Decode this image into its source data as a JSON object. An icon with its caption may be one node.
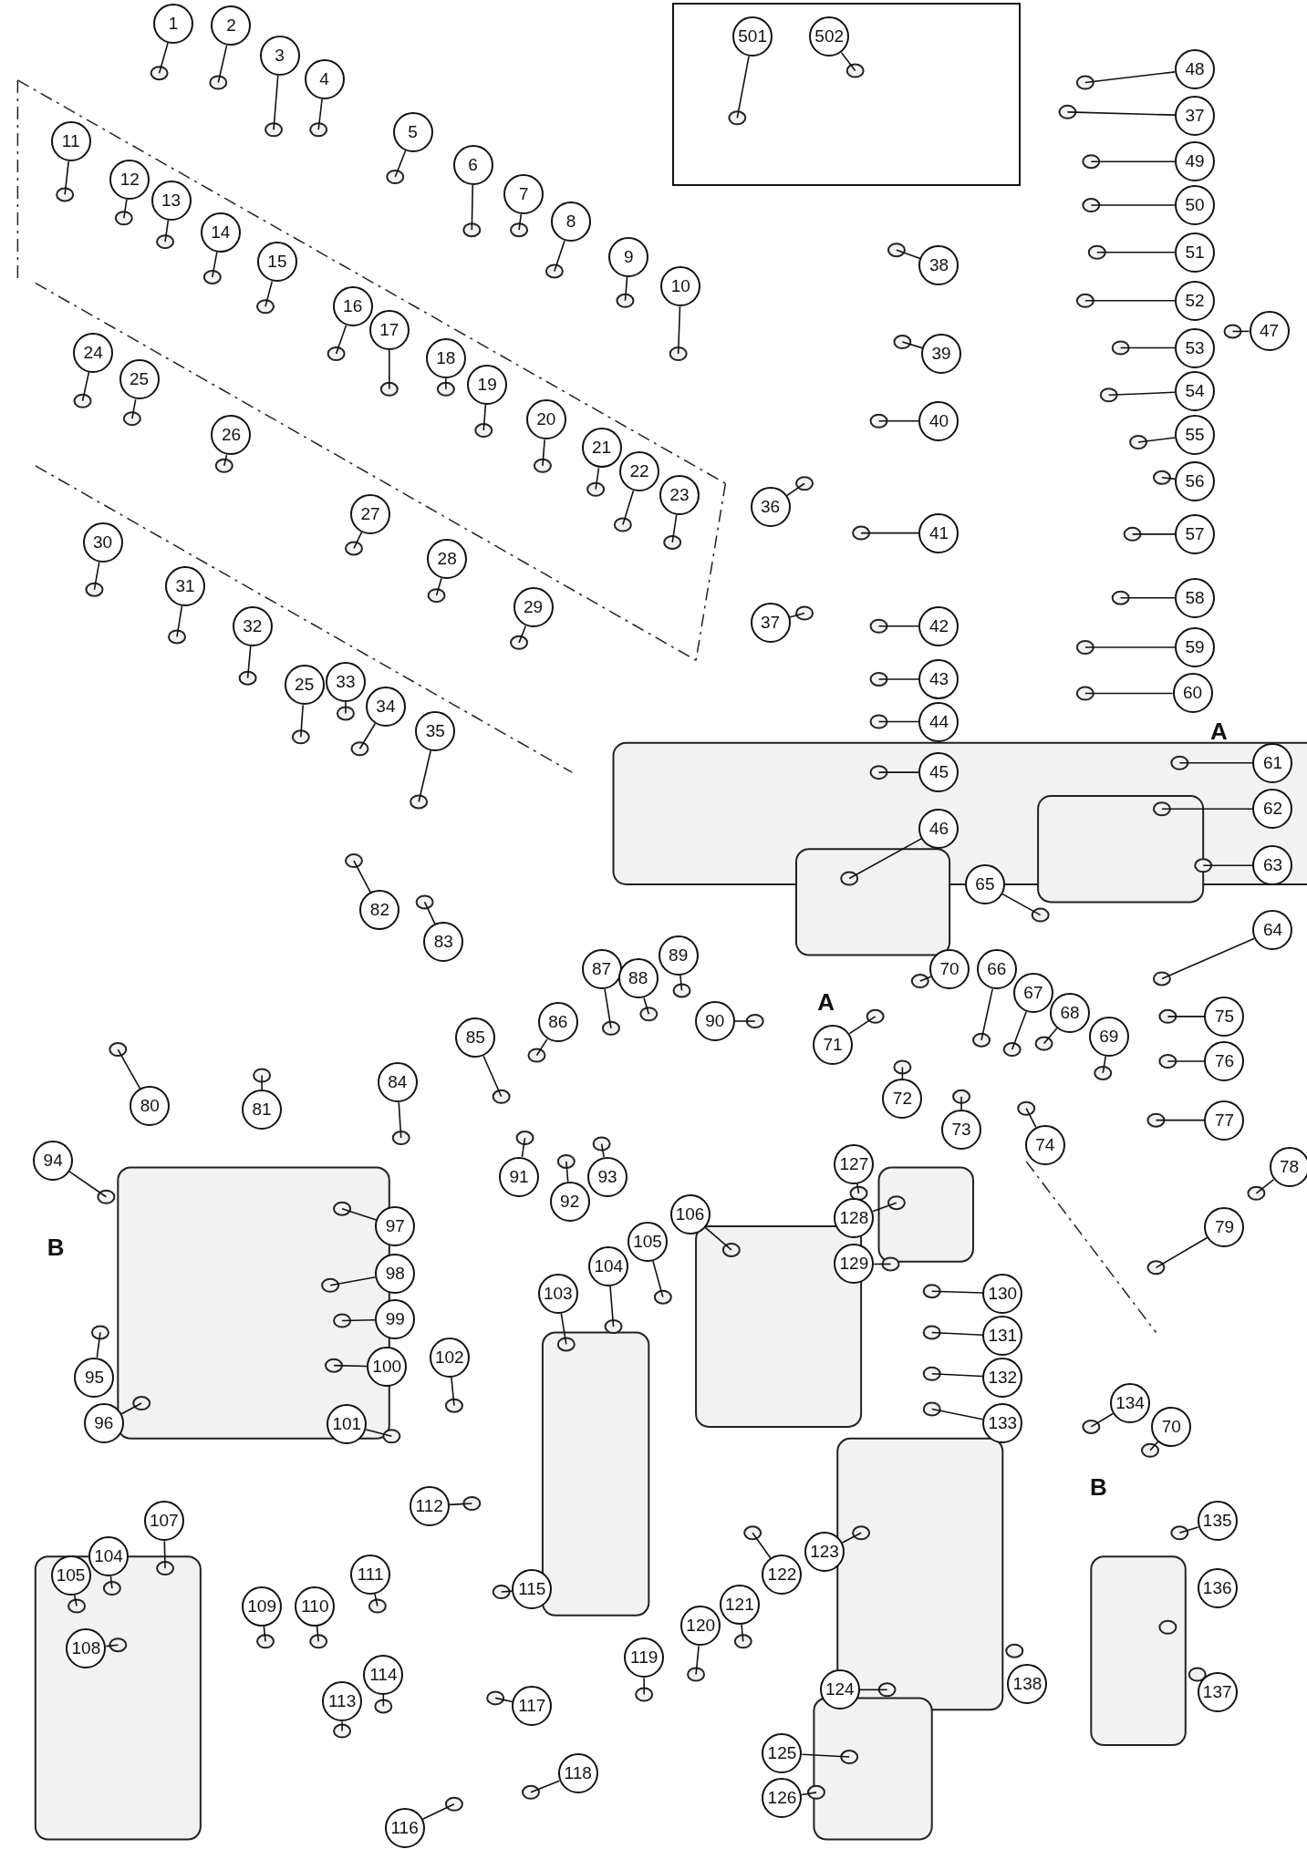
{
  "diagram": {
    "nodes": [
      {
        "text": [],
        "shape": "box"
      },
      {
        "text": [
          "501"
        ],
        "in": 0
      },
      {
        "text": [
          "502"
        ],
        "in": 0
      },
      {
        "text": [
          "1"
        ]
      },
      {
        "text": [
          "2"
        ]
      },
      {
        "text": [
          "3"
        ]
      },
      {
        "text": [
          "4"
        ]
      },
      {
        "text": [
          "5"
        ]
      },
      {
        "text": [
          "6"
        ]
      },
      {
        "text": [
          "7"
        ]
      },
      {
        "text": [
          "8"
        ]
      },
      {
        "text": [
          "9"
        ]
      },
      {
        "text": [
          "10"
        ]
      },
      {
        "text": [
          "11"
        ]
      },
      {
        "text": [
          "12"
        ]
      },
      {
        "text": [
          "13"
        ]
      },
      {
        "text": [
          "14"
        ]
      },
      {
        "text": [
          "15"
        ]
      },
      {
        "text": [
          "16"
        ]
      },
      {
        "text": [
          "17"
        ]
      },
      {
        "text": [
          "18"
        ]
      },
      {
        "text": [
          "19"
        ]
      },
      {
        "text": [
          "20"
        ]
      },
      {
        "text": [
          "21"
        ]
      },
      {
        "text": [
          "22"
        ]
      },
      {
        "text": [
          "23"
        ]
      },
      {
        "text": [
          "24"
        ]
      },
      {
        "text": [
          "25"
        ]
      },
      {
        "text": [
          "26"
        ]
      },
      {
        "text": [
          "27"
        ]
      },
      {
        "text": [
          "28"
        ]
      },
      {
        "text": [
          "29"
        ]
      },
      {
        "text": [
          "30"
        ]
      },
      {
        "text": [
          "31"
        ]
      },
      {
        "text": [
          "32"
        ]
      },
      {
        "text": [
          "25"
        ]
      },
      {
        "text": [
          "33"
        ]
      },
      {
        "text": [
          "34"
        ]
      },
      {
        "text": [
          "35"
        ]
      },
      {
        "text": [
          "36"
        ]
      },
      {
        "text": [
          "37"
        ]
      },
      {
        "text": [
          "38"
        ]
      },
      {
        "text": [
          "39"
        ]
      },
      {
        "text": [
          "40"
        ]
      },
      {
        "text": [
          "41"
        ]
      },
      {
        "text": [
          "42"
        ]
      },
      {
        "text": [
          "43"
        ]
      },
      {
        "text": [
          "44"
        ]
      },
      {
        "text": [
          "45"
        ]
      },
      {
        "text": [
          "46"
        ]
      },
      {
        "text": [
          "47"
        ]
      },
      {
        "text": [
          "48"
        ]
      },
      {
        "text": [
          "37"
        ]
      },
      {
        "text": [
          "49"
        ]
      },
      {
        "text": [
          "50"
        ]
      },
      {
        "text": [
          "51"
        ]
      },
      {
        "text": [
          "52"
        ]
      },
      {
        "text": [
          "53"
        ]
      },
      {
        "text": [
          "54"
        ]
      },
      {
        "text": [
          "55"
        ]
      },
      {
        "text": [
          "56"
        ]
      },
      {
        "text": [
          "57"
        ]
      },
      {
        "text": [
          "58"
        ]
      },
      {
        "text": [
          "59"
        ]
      },
      {
        "text": [
          "60"
        ]
      },
      {
        "text": [
          "61"
        ]
      },
      {
        "text": [
          "62"
        ]
      },
      {
        "text": [
          "63"
        ]
      },
      {
        "text": [
          "64"
        ]
      },
      {
        "text": [
          "65"
        ]
      },
      {
        "text": [
          "66"
        ]
      },
      {
        "text": [
          "67"
        ]
      },
      {
        "text": [
          "68"
        ]
      },
      {
        "text": [
          "69"
        ]
      },
      {
        "text": [
          "70"
        ]
      },
      {
        "text": [
          "71"
        ]
      },
      {
        "text": [
          "72"
        ]
      },
      {
        "text": [
          "73"
        ]
      },
      {
        "text": [
          "74"
        ]
      },
      {
        "text": [
          "75"
        ]
      },
      {
        "text": [
          "76"
        ]
      },
      {
        "text": [
          "77"
        ]
      },
      {
        "text": [
          "78"
        ]
      },
      {
        "text": [
          "79"
        ]
      },
      {
        "text": [
          "80"
        ]
      },
      {
        "text": [
          "81"
        ]
      },
      {
        "text": [
          "82"
        ]
      },
      {
        "text": [
          "83"
        ]
      },
      {
        "text": [
          "84"
        ]
      },
      {
        "text": [
          "85"
        ]
      },
      {
        "text": [
          "86"
        ]
      },
      {
        "text": [
          "87"
        ]
      },
      {
        "text": [
          "88"
        ]
      },
      {
        "text": [
          "89"
        ]
      },
      {
        "text": [
          "90"
        ]
      },
      {
        "text": [
          "91"
        ]
      },
      {
        "text": [
          "92"
        ]
      },
      {
        "text": [
          "93"
        ]
      },
      {
        "text": [
          "94"
        ]
      },
      {
        "text": [
          "95"
        ]
      },
      {
        "text": [
          "96"
        ]
      },
      {
        "text": [
          "97"
        ]
      },
      {
        "text": [
          "98"
        ]
      },
      {
        "text": [
          "99"
        ]
      },
      {
        "text": [
          "100"
        ]
      },
      {
        "text": [
          "101"
        ]
      },
      {
        "text": [
          "102"
        ]
      },
      {
        "text": [
          "103"
        ]
      },
      {
        "text": [
          "104"
        ]
      },
      {
        "text": [
          "105"
        ]
      },
      {
        "text": [
          "106"
        ]
      },
      {
        "text": [
          "107"
        ]
      },
      {
        "text": [
          "104"
        ]
      },
      {
        "text": [
          "105"
        ]
      },
      {
        "text": [
          "108"
        ]
      },
      {
        "text": [
          "109"
        ]
      },
      {
        "text": [
          "110"
        ]
      },
      {
        "text": [
          "111"
        ]
      },
      {
        "text": [
          "112"
        ]
      },
      {
        "text": [
          "113"
        ]
      },
      {
        "text": [
          "114"
        ]
      },
      {
        "text": [
          "115"
        ]
      },
      {
        "text": [
          "116"
        ]
      },
      {
        "text": [
          "117"
        ]
      },
      {
        "text": [
          "118"
        ]
      },
      {
        "text": [
          "119"
        ]
      },
      {
        "text": [
          "120"
        ]
      },
      {
        "text": [
          "121"
        ]
      },
      {
        "text": [
          "122"
        ]
      },
      {
        "text": [
          "123"
        ]
      },
      {
        "text": [
          "124"
        ]
      },
      {
        "text": [
          "125"
        ]
      },
      {
        "text": [
          "126"
        ]
      },
      {
        "text": [
          "127"
        ]
      },
      {
        "text": [
          "128"
        ]
      },
      {
        "text": [
          "129"
        ]
      },
      {
        "text": [
          "130"
        ]
      },
      {
        "text": [
          "131"
        ]
      },
      {
        "text": [
          "132"
        ]
      },
      {
        "text": [
          "133"
        ]
      },
      {
        "text": [
          "134"
        ]
      },
      {
        "text": [
          "70"
        ]
      },
      {
        "text": [
          "135"
        ]
      },
      {
        "text": [
          "136"
        ]
      },
      {
        "text": [
          "137"
        ]
      },
      {
        "text": [
          "138"
        ]
      }
    ],
    "edges": [
      {
        "from": 1,
        "to": null,
        "arrow": "none"
      },
      {
        "from": 2,
        "to": null,
        "arrow": "none"
      },
      {
        "from": 3,
        "to": null,
        "arrow": "none"
      },
      {
        "from": 4,
        "to": null,
        "arrow": "none"
      },
      {
        "from": 5,
        "to": null,
        "arrow": "none"
      },
      {
        "from": 6,
        "to": null,
        "arrow": "none"
      },
      {
        "from": 7,
        "to": null,
        "arrow": "none"
      },
      {
        "from": 8,
        "to": null,
        "arrow": "none"
      },
      {
        "from": 9,
        "to": null,
        "arrow": "none"
      },
      {
        "from": 10,
        "to": null,
        "arrow": "none"
      },
      {
        "from": 11,
        "to": null,
        "arrow": "none"
      },
      {
        "from": 12,
        "to": null,
        "arrow": "none"
      },
      {
        "from": 13,
        "to": null,
        "arrow": "none"
      },
      {
        "from": 14,
        "to": null,
        "arrow": "none"
      },
      {
        "from": 15,
        "to": null,
        "arrow": "none"
      },
      {
        "from": 16,
        "to": null,
        "arrow": "none"
      },
      {
        "from": 17,
        "to": null,
        "arrow": "none"
      },
      {
        "from": 18,
        "to": null,
        "arrow": "none"
      },
      {
        "from": 19,
        "to": null,
        "arrow": "none"
      },
      {
        "from": 20,
        "to": null,
        "arrow": "none"
      },
      {
        "from": 21,
        "to": null,
        "arrow": "none"
      },
      {
        "from": 22,
        "to": null,
        "arrow": "none"
      },
      {
        "from": 23,
        "to": null,
        "arrow": "none"
      },
      {
        "from": 24,
        "to": null,
        "arrow": "none"
      },
      {
        "from": 25,
        "to": null,
        "arrow": "none"
      },
      {
        "from": 26,
        "to": null,
        "arrow": "none"
      },
      {
        "from": 27,
        "to": null,
        "arrow": "none"
      },
      {
        "from": 28,
        "to": null,
        "arrow": "none"
      },
      {
        "from": 29,
        "to": null,
        "arrow": "none"
      },
      {
        "from": 30,
        "to": null,
        "arrow": "none"
      },
      {
        "from": 31,
        "to": null,
        "arrow": "none"
      },
      {
        "from": 32,
        "to": null,
        "arrow": "none"
      },
      {
        "from": 33,
        "to": null,
        "arrow": "none"
      },
      {
        "from": 34,
        "to": null,
        "arrow": "none"
      },
      {
        "from": 35,
        "to": null,
        "arrow": "none"
      },
      {
        "from": 36,
        "to": null,
        "arrow": "none"
      },
      {
        "from": 37,
        "to": null,
        "arrow": "none"
      },
      {
        "from": 38,
        "to": null,
        "arrow": "none"
      },
      {
        "from": 39,
        "to": null,
        "arrow": "none"
      },
      {
        "from": 40,
        "to": null,
        "arrow": "none"
      },
      {
        "from": 41,
        "to": null,
        "arrow": "none"
      },
      {
        "from": 42,
        "to": null,
        "arrow": "none"
      },
      {
        "from": 43,
        "to": null,
        "arrow": "none"
      },
      {
        "from": 44,
        "to": null,
        "arrow": "none"
      },
      {
        "from": 45,
        "to": null,
        "arrow": "none"
      },
      {
        "from": 46,
        "to": null,
        "arrow": "none"
      },
      {
        "from": 47,
        "to": null,
        "arrow": "none"
      },
      {
        "from": 48,
        "to": null,
        "arrow": "none"
      },
      {
        "from": 49,
        "to": null,
        "arrow": "none"
      },
      {
        "from": 50,
        "to": null,
        "arrow": "none"
      },
      {
        "from": 51,
        "to": null,
        "arrow": "none"
      },
      {
        "from": 52,
        "to": null,
        "arrow": "none"
      },
      {
        "from": 53,
        "to": null,
        "arrow": "none"
      },
      {
        "from": 54,
        "to": null,
        "arrow": "none"
      },
      {
        "from": 55,
        "to": null,
        "arrow": "none"
      },
      {
        "from": 56,
        "to": null,
        "arrow": "none"
      },
      {
        "from": 57,
        "to": null,
        "arrow": "none"
      },
      {
        "from": 58,
        "to": null,
        "arrow": "none"
      },
      {
        "from": 59,
        "to": null,
        "arrow": "none"
      },
      {
        "from": 60,
        "to": null,
        "arrow": "none"
      },
      {
        "from": 61,
        "to": null,
        "arrow": "none"
      },
      {
        "from": 62,
        "to": null,
        "arrow": "none"
      },
      {
        "from": 63,
        "to": null,
        "arrow": "none"
      },
      {
        "from": 64,
        "to": null,
        "arrow": "none"
      },
      {
        "from": 65,
        "to": null,
        "arrow": "none"
      },
      {
        "from": 66,
        "to": null,
        "arrow": "none"
      },
      {
        "from": 67,
        "to": null,
        "arrow": "none"
      },
      {
        "from": 68,
        "to": null,
        "arrow": "none"
      },
      {
        "from": 69,
        "to": null,
        "arrow": "none"
      },
      {
        "from": 70,
        "to": null,
        "arrow": "none"
      },
      {
        "from": 71,
        "to": null,
        "arrow": "none"
      },
      {
        "from": 72,
        "to": null,
        "arrow": "none"
      },
      {
        "from": 73,
        "to": null,
        "arrow": "none"
      },
      {
        "from": 74,
        "to": null,
        "arrow": "none"
      },
      {
        "from": 75,
        "to": null,
        "arrow": "none"
      },
      {
        "from": 76,
        "to": null,
        "arrow": "none"
      },
      {
        "from": 77,
        "to": null,
        "arrow": "none"
      },
      {
        "from": 78,
        "to": null,
        "arrow": "none"
      },
      {
        "from": 79,
        "to": null,
        "arrow": "none"
      },
      {
        "from": 80,
        "to": null,
        "arrow": "none"
      },
      {
        "from": 81,
        "to": null,
        "arrow": "none"
      },
      {
        "from": 82,
        "to": null,
        "arrow": "none"
      },
      {
        "from": 83,
        "to": null,
        "arrow": "none"
      },
      {
        "from": 84,
        "to": null,
        "arrow": "none"
      },
      {
        "from": 85,
        "to": null,
        "arrow": "none"
      },
      {
        "from": 86,
        "to": null,
        "arrow": "none"
      },
      {
        "from": 87,
        "to": null,
        "arrow": "none"
      },
      {
        "from": 88,
        "to": null,
        "arrow": "none"
      },
      {
        "from": 89,
        "to": null,
        "arrow": "none"
      },
      {
        "from": 90,
        "to": null,
        "arrow": "none"
      },
      {
        "from": 91,
        "to": null,
        "arrow": "none"
      },
      {
        "from": 92,
        "to": null,
        "arrow": "none"
      },
      {
        "from": 93,
        "to": null,
        "arrow": "none"
      },
      {
        "from": 94,
        "to": null,
        "arrow": "none"
      },
      {
        "from": 95,
        "to": null,
        "arrow": "none"
      },
      {
        "from": 96,
        "to": null,
        "arrow": "none"
      },
      {
        "from": 97,
        "to": null,
        "arrow": "none"
      },
      {
        "from": 98,
        "to": null,
        "arrow": "none"
      },
      {
        "from": 99,
        "to": null,
        "arrow": "none"
      },
      {
        "from": 100,
        "to": null,
        "arrow": "none"
      },
      {
        "from": 101,
        "to": null,
        "arrow": "none"
      },
      {
        "from": 102,
        "to": null,
        "arrow": "none"
      },
      {
        "from": 103,
        "to": null,
        "arrow": "none"
      },
      {
        "from": 104,
        "to": null,
        "arrow": "none"
      },
      {
        "from": 105,
        "to": null,
        "arrow": "none"
      },
      {
        "from": 106,
        "to": null,
        "arrow": "none"
      },
      {
        "from": 107,
        "to": null,
        "arrow": "none"
      },
      {
        "from": 108,
        "to": null,
        "arrow": "none"
      },
      {
        "from": 109,
        "to": null,
        "arrow": "none"
      },
      {
        "from": 110,
        "to": null,
        "arrow": "none"
      },
      {
        "from": 111,
        "to": null,
        "arrow": "none"
      },
      {
        "from": 112,
        "to": null,
        "arrow": "none"
      },
      {
        "from": 113,
        "to": null,
        "arrow": "none"
      },
      {
        "from": 114,
        "to": null,
        "arrow": "none"
      },
      {
        "from": 115,
        "to": null,
        "arrow": "none"
      },
      {
        "from": 116,
        "to": null,
        "arrow": "none"
      },
      {
        "from": 117,
        "to": null,
        "arrow": "none"
      },
      {
        "from": 118,
        "to": null,
        "arrow": "none"
      },
      {
        "from": 119,
        "to": null,
        "arrow": "none"
      },
      {
        "from": 120,
        "to": null,
        "arrow": "none"
      },
      {
        "from": 121,
        "to": null,
        "arrow": "none"
      },
      {
        "from": 122,
        "to": null,
        "arrow": "none"
      },
      {
        "from": 123,
        "to": null,
        "arrow": "none"
      },
      {
        "from": 124,
        "to": null,
        "arrow": "none"
      },
      {
        "from": 125,
        "to": null,
        "arrow": "none"
      },
      {
        "from": 126,
        "to": null,
        "arrow": "none"
      },
      {
        "from": 127,
        "to": null,
        "arrow": "none"
      },
      {
        "from": 128,
        "to": null,
        "arrow": "none"
      },
      {
        "from": 129,
        "to": null,
        "arrow": "none"
      },
      {
        "from": 130,
        "to": null,
        "arrow": "none"
      },
      {
        "from": 131,
        "to": null,
        "arrow": "none"
      },
      {
        "from": 132,
        "to": null,
        "arrow": "none"
      },
      {
        "from": 133,
        "to": null,
        "arrow": "none"
      },
      {
        "from": 134,
        "to": null,
        "arrow": "none"
      },
      {
        "from": 135,
        "to": null,
        "arrow": "none"
      },
      {
        "from": 136,
        "to": null,
        "arrow": "none"
      },
      {
        "from": 137,
        "to": null,
        "arrow": "none"
      },
      {
        "from": 138,
        "to": null,
        "arrow": "none"
      },
      {
        "from": 139,
        "to": null,
        "arrow": "none"
      },
      {
        "from": 140,
        "to": null,
        "arrow": "none"
      },
      {
        "from": 141,
        "to": null,
        "arrow": "none"
      },
      {
        "from": 142,
        "to": null,
        "arrow": "none"
      }
    ],
    "labels": [
      "A",
      "A",
      "B",
      "B"
    ]
  }
}
